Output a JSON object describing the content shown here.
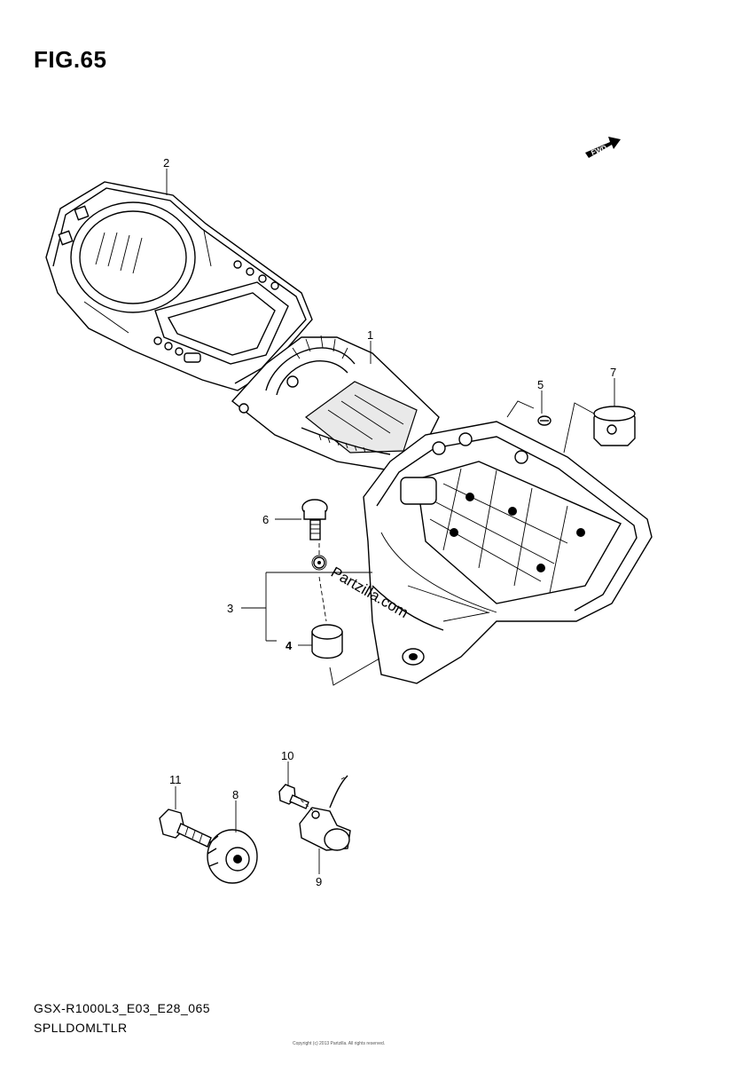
{
  "figure": {
    "title": "FIG.65",
    "fwd_label": "FWD",
    "watermark": "Partzilla.com",
    "model_code": "GSX-R1000L3_E03_E28_065",
    "section_name": "SPLLDOMLTLR",
    "copyright": "Copyright (c) 2013 Partzilla. All rights reserved."
  },
  "callouts": [
    {
      "id": "1",
      "label": "1"
    },
    {
      "id": "2",
      "label": "2"
    },
    {
      "id": "3",
      "label": "3"
    },
    {
      "id": "4",
      "label": "4"
    },
    {
      "id": "5",
      "label": "5"
    },
    {
      "id": "6",
      "label": "6"
    },
    {
      "id": "7",
      "label": "7"
    },
    {
      "id": "8",
      "label": "8"
    },
    {
      "id": "9",
      "label": "9"
    },
    {
      "id": "10",
      "label": "10"
    },
    {
      "id": "11",
      "label": "11"
    }
  ]
}
